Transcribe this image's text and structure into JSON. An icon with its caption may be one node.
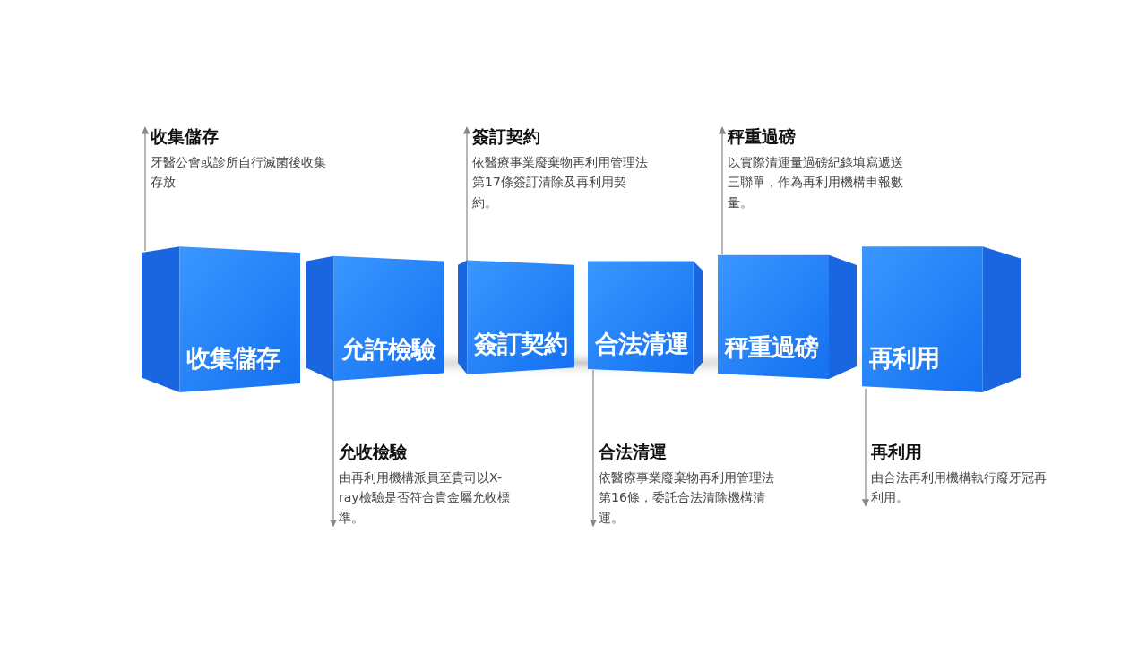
{
  "diagram": {
    "nodes": [
      {
        "text": [
          "收集儲存"
        ]
      },
      {
        "text": [
          "允許檢驗"
        ]
      },
      {
        "text": [
          "簽訂契約"
        ]
      },
      {
        "text": [
          "合法清運"
        ]
      },
      {
        "text": [
          "秤重過磅"
        ]
      },
      {
        "text": [
          "再利用"
        ]
      },
      {
        "text": [
          "收集儲存",
          "牙醫公會或診所自行滅菌後收集存放"
        ]
      },
      {
        "text": [
          "允收檢驗",
          "由再利用機構派員至貴司以X-ray檢驗是否符合貴金屬允收標準。"
        ]
      },
      {
        "text": [
          "簽訂契約",
          "依醫療事業廢棄物再利用管理法第17條簽訂清除及再利用契約。"
        ]
      },
      {
        "text": [
          "合法清運",
          "依醫療事業廢棄物再利用管理法第16條，委託合法清除機構清運。"
        ]
      },
      {
        "text": [
          "秤重過磅",
          "以實際清運量過磅紀錄填寫遞送三聯單，作為再利用機構申報數量。"
        ]
      },
      {
        "text": [
          "再利用",
          "由合法再利用機構執行廢牙冠再利用。"
        ]
      }
    ],
    "edges": [
      {
        "from": 0,
        "to": 6,
        "arrow": "to"
      },
      {
        "from": 1,
        "to": 7,
        "arrow": "to"
      },
      {
        "from": 2,
        "to": 8,
        "arrow": "to"
      },
      {
        "from": 3,
        "to": 9,
        "arrow": "to"
      },
      {
        "from": 4,
        "to": 10,
        "arrow": "to"
      },
      {
        "from": 5,
        "to": 11,
        "arrow": "to"
      }
    ]
  }
}
